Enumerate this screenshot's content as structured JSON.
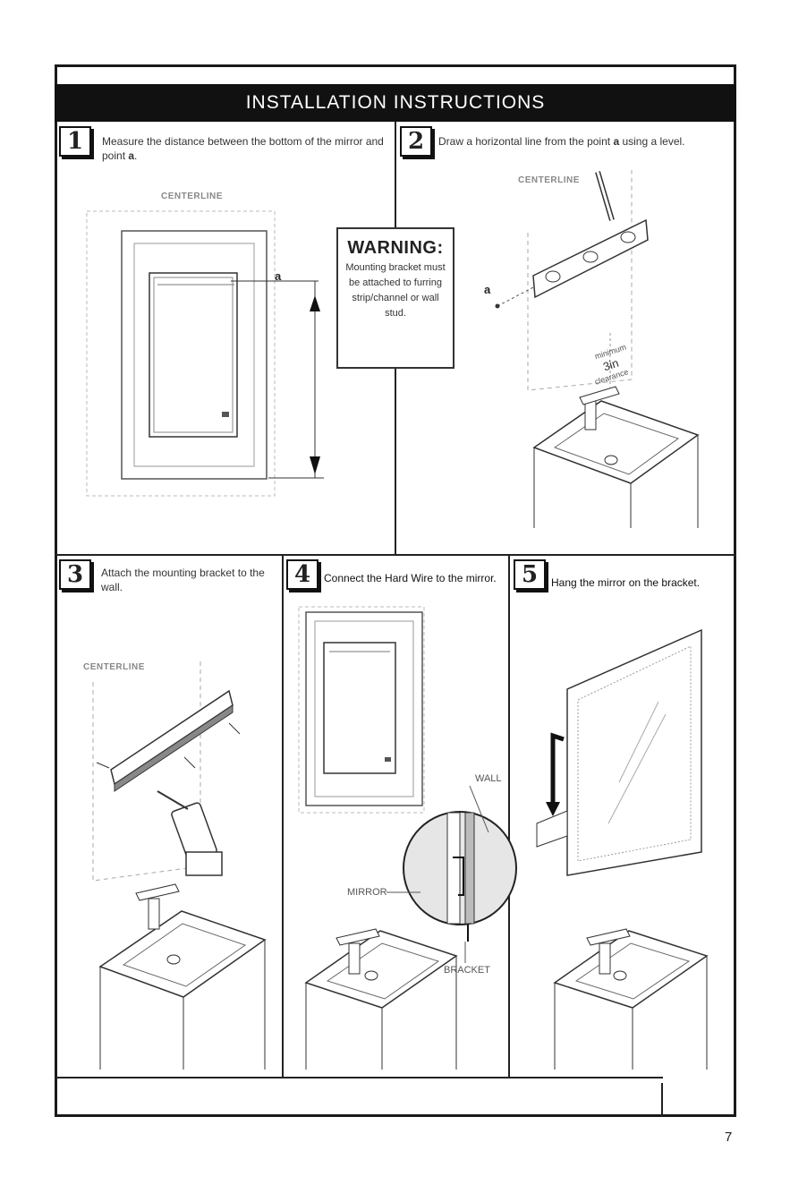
{
  "header": {
    "title": "INSTALLATION INSTRUCTIONS"
  },
  "steps": [
    {
      "number": "1",
      "text_prefix": "Measure the distance between the bottom of the mirror and point ",
      "text_bold": "a",
      "text_suffix": "."
    },
    {
      "number": "2",
      "text_prefix": "Draw a horizontal line from the point ",
      "text_bold": "a",
      "text_suffix": " using a level."
    },
    {
      "number": "3",
      "text": "Attach the mounting bracket to the wall."
    },
    {
      "number": "4",
      "text": "Connect the Hard Wire to the mirror."
    },
    {
      "number": "5",
      "text": "Hang the mirror on the bracket."
    }
  ],
  "labels": {
    "centerline": "CENTERLINE",
    "point_a": "a",
    "clearance_top": "minimum",
    "clearance_value": "3in",
    "clearance_bottom": "clearance",
    "wall": "WALL",
    "mirror": "MIRROR",
    "bracket": "BRACKET"
  },
  "warning": {
    "title": "WARNING:",
    "body": "Mounting bracket must be attached to furring strip/channel or wall stud."
  },
  "footer": {
    "page_number": "7"
  }
}
